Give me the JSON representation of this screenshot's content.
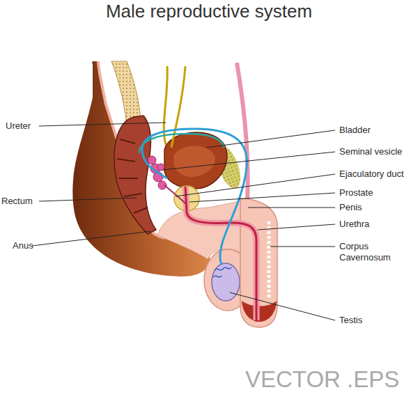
{
  "diagram": {
    "title": "Male reproductive system",
    "labels": [
      "Ureter",
      "Rectum",
      "Anus",
      "Bladder",
      "Seminal vesicle",
      "Ejaculatory duct",
      "Prostate",
      "Penis",
      "Urethra",
      "Corpus Cavernosum",
      "Testis",
      "VECTOR .EPS"
    ]
  }
}
